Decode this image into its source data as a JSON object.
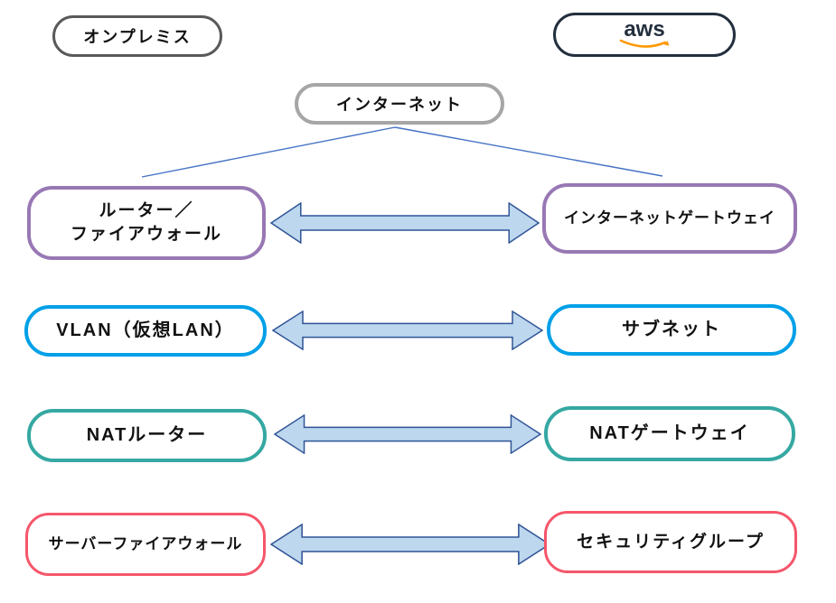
{
  "colors": {
    "onprem_border": "#595959",
    "aws_navy": "#232F3E",
    "aws_orange": "#FF9900",
    "internet_border": "#A6A6A6",
    "purple": "#9878B4",
    "blue": "#00A0E8",
    "teal": "#35A8A2",
    "red": "#F5566B",
    "arrow_fill": "#BDD7EE",
    "arrow_stroke": "#2F5496",
    "connector": "#4472C4"
  },
  "header": {
    "onprem_label": "オンプレミス",
    "aws_label": "aws"
  },
  "internet": {
    "label": "インターネット"
  },
  "rows": [
    {
      "left": {
        "label": "ルーター／\nファイアウォール"
      },
      "right": {
        "label": "インターネットゲートウェイ"
      }
    },
    {
      "left": {
        "label": "VLAN（仮想LAN）"
      },
      "right": {
        "label": "サブネット"
      }
    },
    {
      "left": {
        "label": "NATルーター"
      },
      "right": {
        "label": "NATゲートウェイ"
      }
    },
    {
      "left": {
        "label": "サーバーファイアウォール"
      },
      "right": {
        "label": "セキュリティグループ"
      }
    }
  ]
}
